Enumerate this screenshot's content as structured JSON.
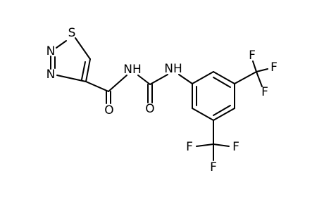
{
  "molecule": {
    "atoms": {
      "S": "S",
      "N_ring_top": "N",
      "N_ring_bottom": "N",
      "O_amide": "O",
      "NH_amide": "NH",
      "O_urea": "O",
      "NH_aryl": "NH",
      "F_top_1": "F",
      "F_top_2": "F",
      "F_top_3": "F",
      "F_bottom_1": "F",
      "F_bottom_2": "F",
      "F_bottom_3": "F"
    }
  }
}
